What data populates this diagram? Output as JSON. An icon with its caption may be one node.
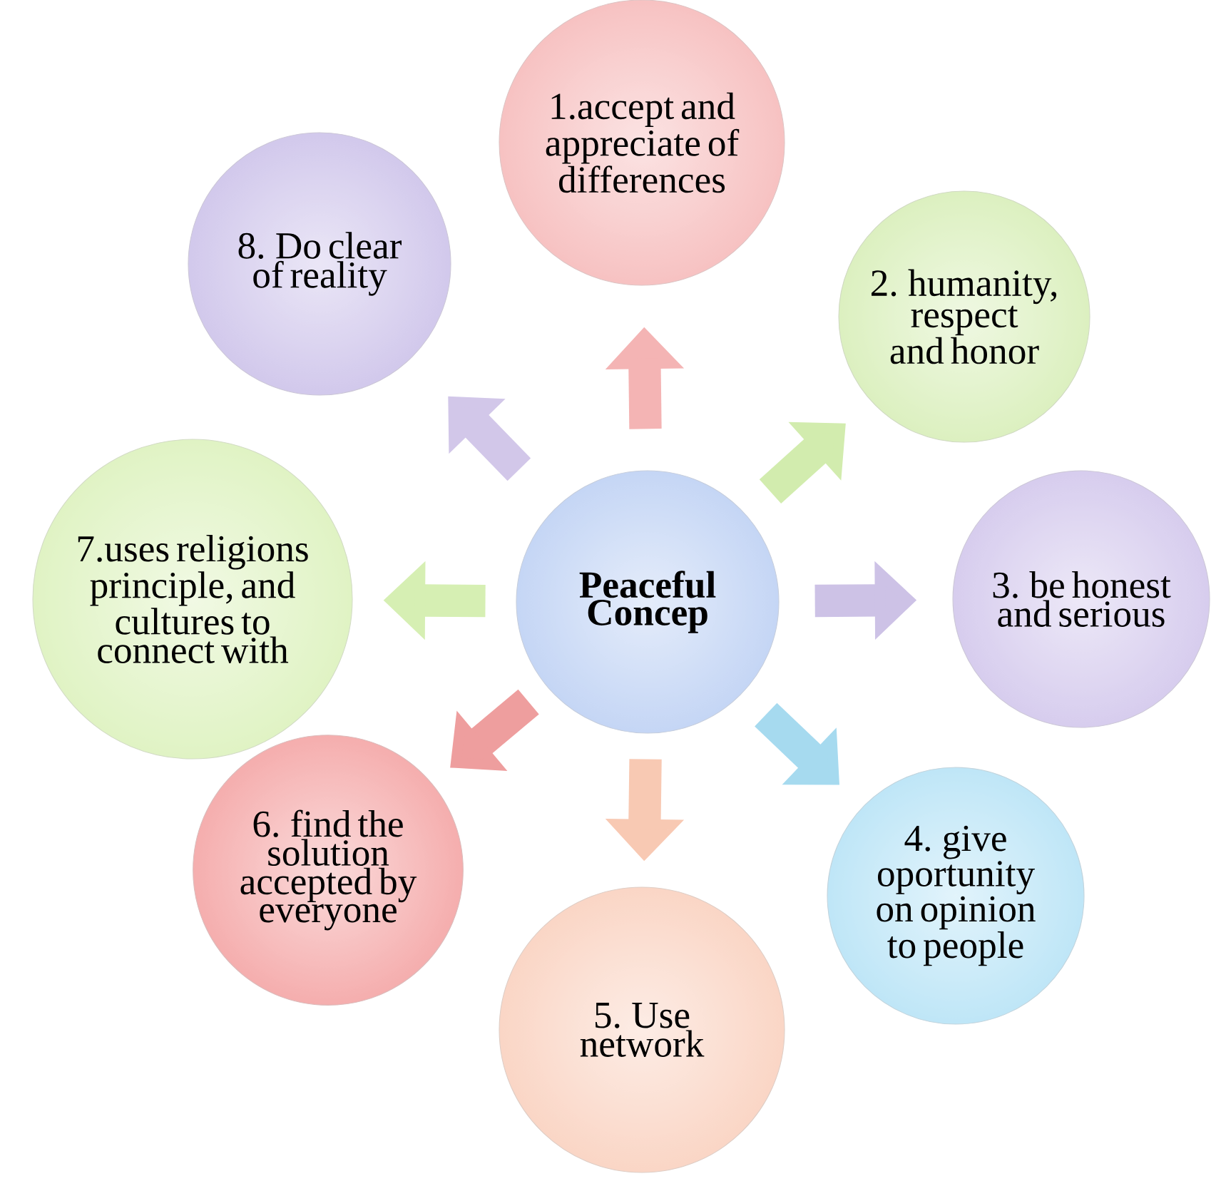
{
  "diagram": {
    "nodes": [
      {
        "text": [
          "Peaceful Concep"
        ]
      },
      {
        "text": [
          "1.accept and appreciate of differences"
        ]
      },
      {
        "text": [
          "2. humanity, respect and honor"
        ]
      },
      {
        "text": [
          "3. be honest and serious"
        ]
      },
      {
        "text": [
          "4. give oportunity on opinion to people"
        ]
      },
      {
        "text": [
          "5. Use network"
        ]
      },
      {
        "text": [
          "6. find the solution accepted by everyone"
        ]
      },
      {
        "text": [
          "7.uses religions principle, and cultures to connect with"
        ]
      },
      {
        "text": [
          "8. Do clear of reality"
        ]
      }
    ],
    "edges": [
      {
        "from": 0,
        "to": 1,
        "arrow": "to",
        "color": "#f4b4b4"
      },
      {
        "from": 0,
        "to": 2,
        "arrow": "to",
        "color": "#d2ecae"
      },
      {
        "from": 0,
        "to": 3,
        "arrow": "to",
        "color": "#cdc2e6"
      },
      {
        "from": 0,
        "to": 4,
        "arrow": "to",
        "color": "#a6daef"
      },
      {
        "from": 0,
        "to": 5,
        "arrow": "to",
        "color": "#f8c9b3"
      },
      {
        "from": 0,
        "to": 6,
        "arrow": "to",
        "color": "#ee9e9e"
      },
      {
        "from": 0,
        "to": 7,
        "arrow": "to",
        "color": "#d6efb3"
      },
      {
        "from": 0,
        "to": 8,
        "arrow": "to",
        "color": "#d2c7e9"
      }
    ]
  }
}
